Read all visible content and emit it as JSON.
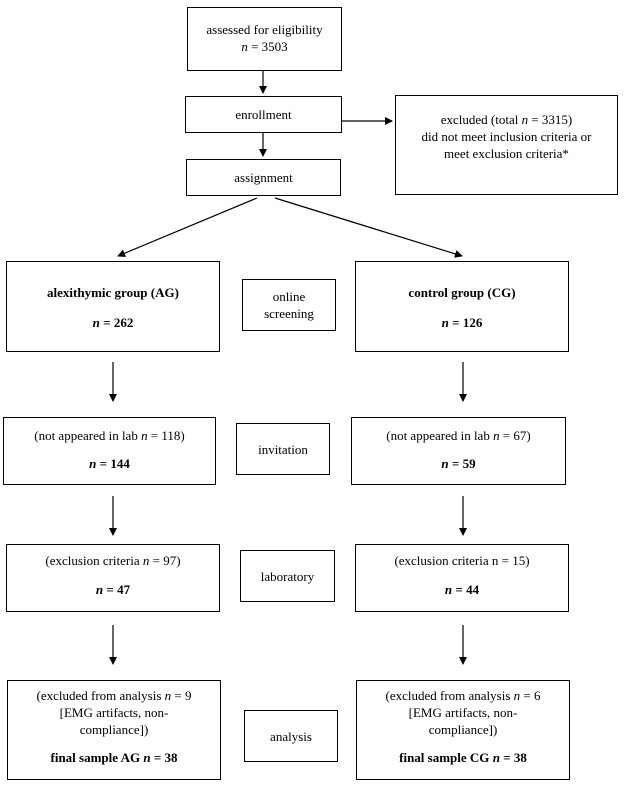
{
  "top": {
    "assessed": {
      "label": "assessed for eligibility",
      "n_label": "n",
      "n_text": " = 3503"
    },
    "enrollment": {
      "label": "enrollment"
    },
    "excluded": {
      "line1_pre": "excluded (total ",
      "line1_n": "n",
      "line1_post": " = 3315)",
      "line2": "did not meet inclusion criteria or",
      "line3": "meet exclusion criteria*"
    },
    "assignment": {
      "label": "assignment"
    }
  },
  "stages": {
    "online_screening": {
      "line1": "online",
      "line2": "screening"
    },
    "invitation": {
      "label": "invitation"
    },
    "laboratory": {
      "label": "laboratory"
    },
    "analysis": {
      "label": "analysis"
    }
  },
  "ag": {
    "group": {
      "title": "alexithymic group (AG)",
      "n_label": "n",
      "n_text": " = 262"
    },
    "invitation": {
      "note_pre": "(not appeared in lab ",
      "note_n": "n",
      "note_post": " = 118)",
      "n_label": "n",
      "n_text": " = 144"
    },
    "laboratory": {
      "note_pre": "(exclusion criteria ",
      "note_n": "n",
      "note_post": " = 97)",
      "n_label": "n",
      "n_text": " = 47"
    },
    "analysis": {
      "note1_pre": "(excluded from analysis ",
      "note1_n": "n",
      "note1_post": " = 9",
      "note2": "[EMG artifacts, non-",
      "note3": "compliance])",
      "final_pre": "final sample AG ",
      "final_n": "n",
      "final_post": " = 38"
    }
  },
  "cg": {
    "group": {
      "title": "control group (CG)",
      "n_label": "n",
      "n_text": " = 126"
    },
    "invitation": {
      "note_pre": "(not appeared in lab ",
      "note_n": "n",
      "note_post": " = 67)",
      "n_label": "n",
      "n_text": " = 59"
    },
    "laboratory": {
      "note_text": "(exclusion criteria n = 15)",
      "n_label": "n",
      "n_text": " = 44"
    },
    "analysis": {
      "note1_pre": "(excluded from analysis ",
      "note1_n": "n",
      "note1_post": " = 6",
      "note2": "[EMG artifacts, non-",
      "note3": "compliance])",
      "final_pre": "final sample CG ",
      "final_n": "n",
      "final_post": " = 38"
    }
  }
}
